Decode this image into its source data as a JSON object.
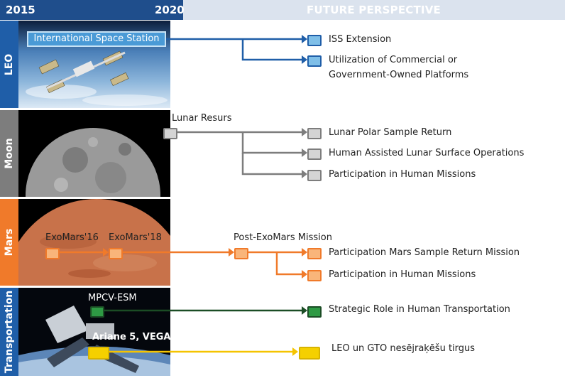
{
  "header": {
    "year_start": "2015",
    "year_mid": "2020",
    "future_title": "FUTURE PERSPECTIVE"
  },
  "rows": {
    "leo": {
      "label": "LEO",
      "color": "#1f5ea8",
      "node_color": "#7fbfe8",
      "source": "International Space Station",
      "outcomes": [
        "ISS Extension",
        "Utilization of Commercial or",
        "Government-Owned Platforms"
      ]
    },
    "moon": {
      "label": "Moon",
      "color": "#808080",
      "node_color": "#d4d4d4",
      "source": "Lunar Resurs",
      "outcomes": [
        "Lunar Polar Sample Return",
        "Human Assisted Lunar Surface Operations",
        "Participation in Human Missions"
      ]
    },
    "mars": {
      "label": "Mars",
      "color": "#f07a2a",
      "node_color": "#f9b57a",
      "sources": [
        "ExoMars'16",
        "ExoMars'18",
        "Post-ExoMars Mission"
      ],
      "outcomes": [
        "Participation  Mars Sample Return Mission",
        "Participation in Human Missions"
      ]
    },
    "transportation": {
      "label": "Transportation",
      "color": "#1f5ea8",
      "mpcv_color": "#2e7d3a",
      "mpcv_line": "#1b4d25",
      "ariane_color": "#f5d000",
      "sources": [
        "MPCV-ESM",
        "Ariane 5, VEGA"
      ],
      "outcomes": [
        "Strategic Role in Human Transportation",
        "LEO un GTO nesējraķēšu tirgus"
      ]
    }
  }
}
